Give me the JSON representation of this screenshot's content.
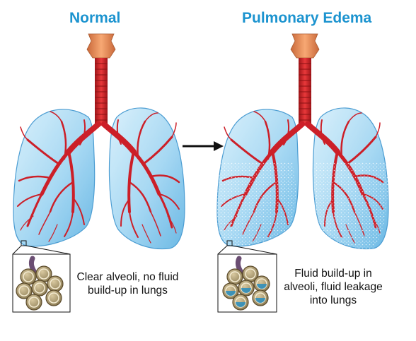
{
  "panels": {
    "normal": {
      "title": "Normal",
      "caption_line1": "Clear alveoli, no fluid",
      "caption_line2": "build-up in lungs"
    },
    "edema": {
      "title": "Pulmonary Edema",
      "caption_line1": "Fluid build-up in",
      "caption_line2": "alveoli, fluid leakage",
      "caption_line3": "into lungs"
    }
  },
  "colors": {
    "title": "#1b93cf",
    "lung_fill": "#a8daf5",
    "bronchi": "#d0202a",
    "trachea": "#d2252b",
    "larynx": "#f08c55",
    "fluid": "#2a8fc0"
  },
  "icons": {
    "arrow": "right-arrow-icon"
  }
}
